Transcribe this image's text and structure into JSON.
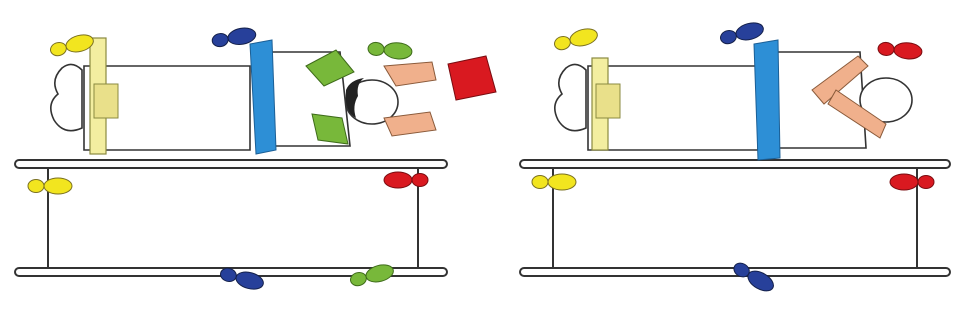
{
  "figure": {
    "panels": [
      {
        "id": "left",
        "description_icons": [
          "patient-lying-supine",
          "stretcher-below-patient"
        ],
        "footprints": [
          "yellow",
          "blue",
          "green",
          "green-hands",
          "red-cap"
        ]
      },
      {
        "id": "right",
        "description_icons": [
          "patient-lying-supine-arms-crossed",
          "stretcher-below-patient"
        ],
        "footprints": [
          "yellow",
          "blue",
          "red"
        ]
      }
    ],
    "colors": {
      "yellow": "#f2e51f",
      "blue": "#27409a",
      "green": "#78b83a",
      "red": "#d91920",
      "skin": "#f0b08c",
      "sheet_blue": "#2d8fd6",
      "strap": "#f3eea0",
      "outline": "#333333"
    }
  }
}
